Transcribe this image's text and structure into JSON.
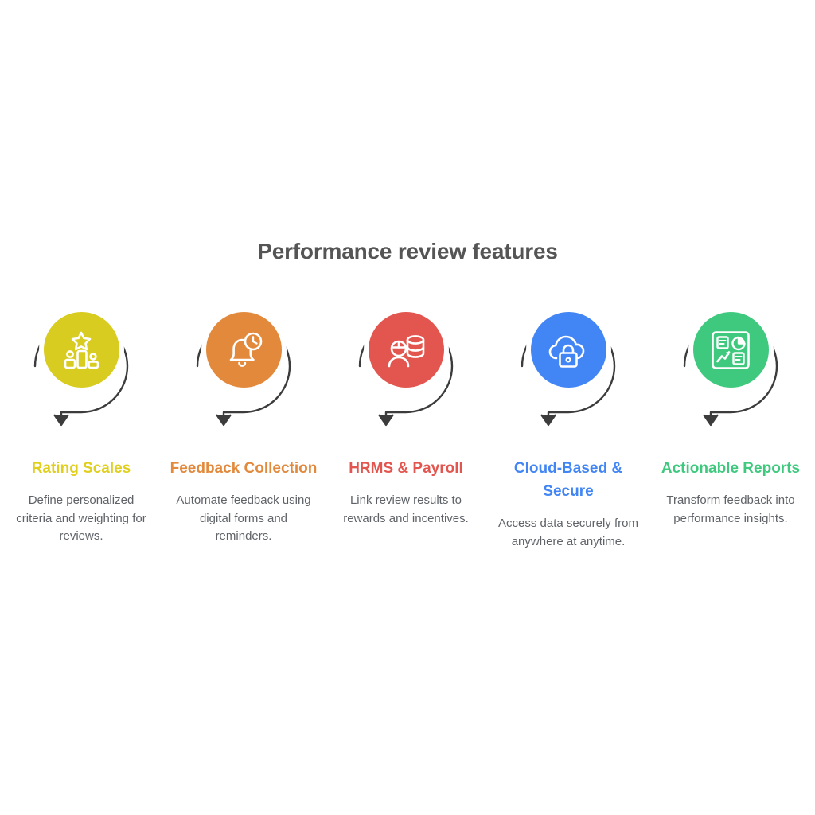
{
  "header": {
    "title": "Performance review features"
  },
  "colors": {
    "title_text": "#555555",
    "body_text": "#5f6368",
    "arc_stroke": "#3c3c3c",
    "background": "#ffffff"
  },
  "features": [
    {
      "icon": "podium-star-icon",
      "color": "#D9CC21",
      "title": "Rating Scales",
      "description": "Define personalized criteria and weighting for reviews."
    },
    {
      "icon": "bell-clock-icon",
      "color": "#E2893C",
      "title": "Feedback Collection",
      "description": "Automate feedback using digital forms and reminders."
    },
    {
      "icon": "person-coins-icon",
      "color": "#E2564F",
      "title": "HRMS & Payroll",
      "description": "Link review results to rewards and incentives."
    },
    {
      "icon": "cloud-lock-icon",
      "color": "#4285F4",
      "title": "Cloud-Based & Secure",
      "description": "Access data securely from anywhere at anytime."
    },
    {
      "icon": "dashboard-report-icon",
      "color": "#3FC97F",
      "title": "Actionable Reports",
      "description": "Transform feedback into performance insights."
    }
  ]
}
